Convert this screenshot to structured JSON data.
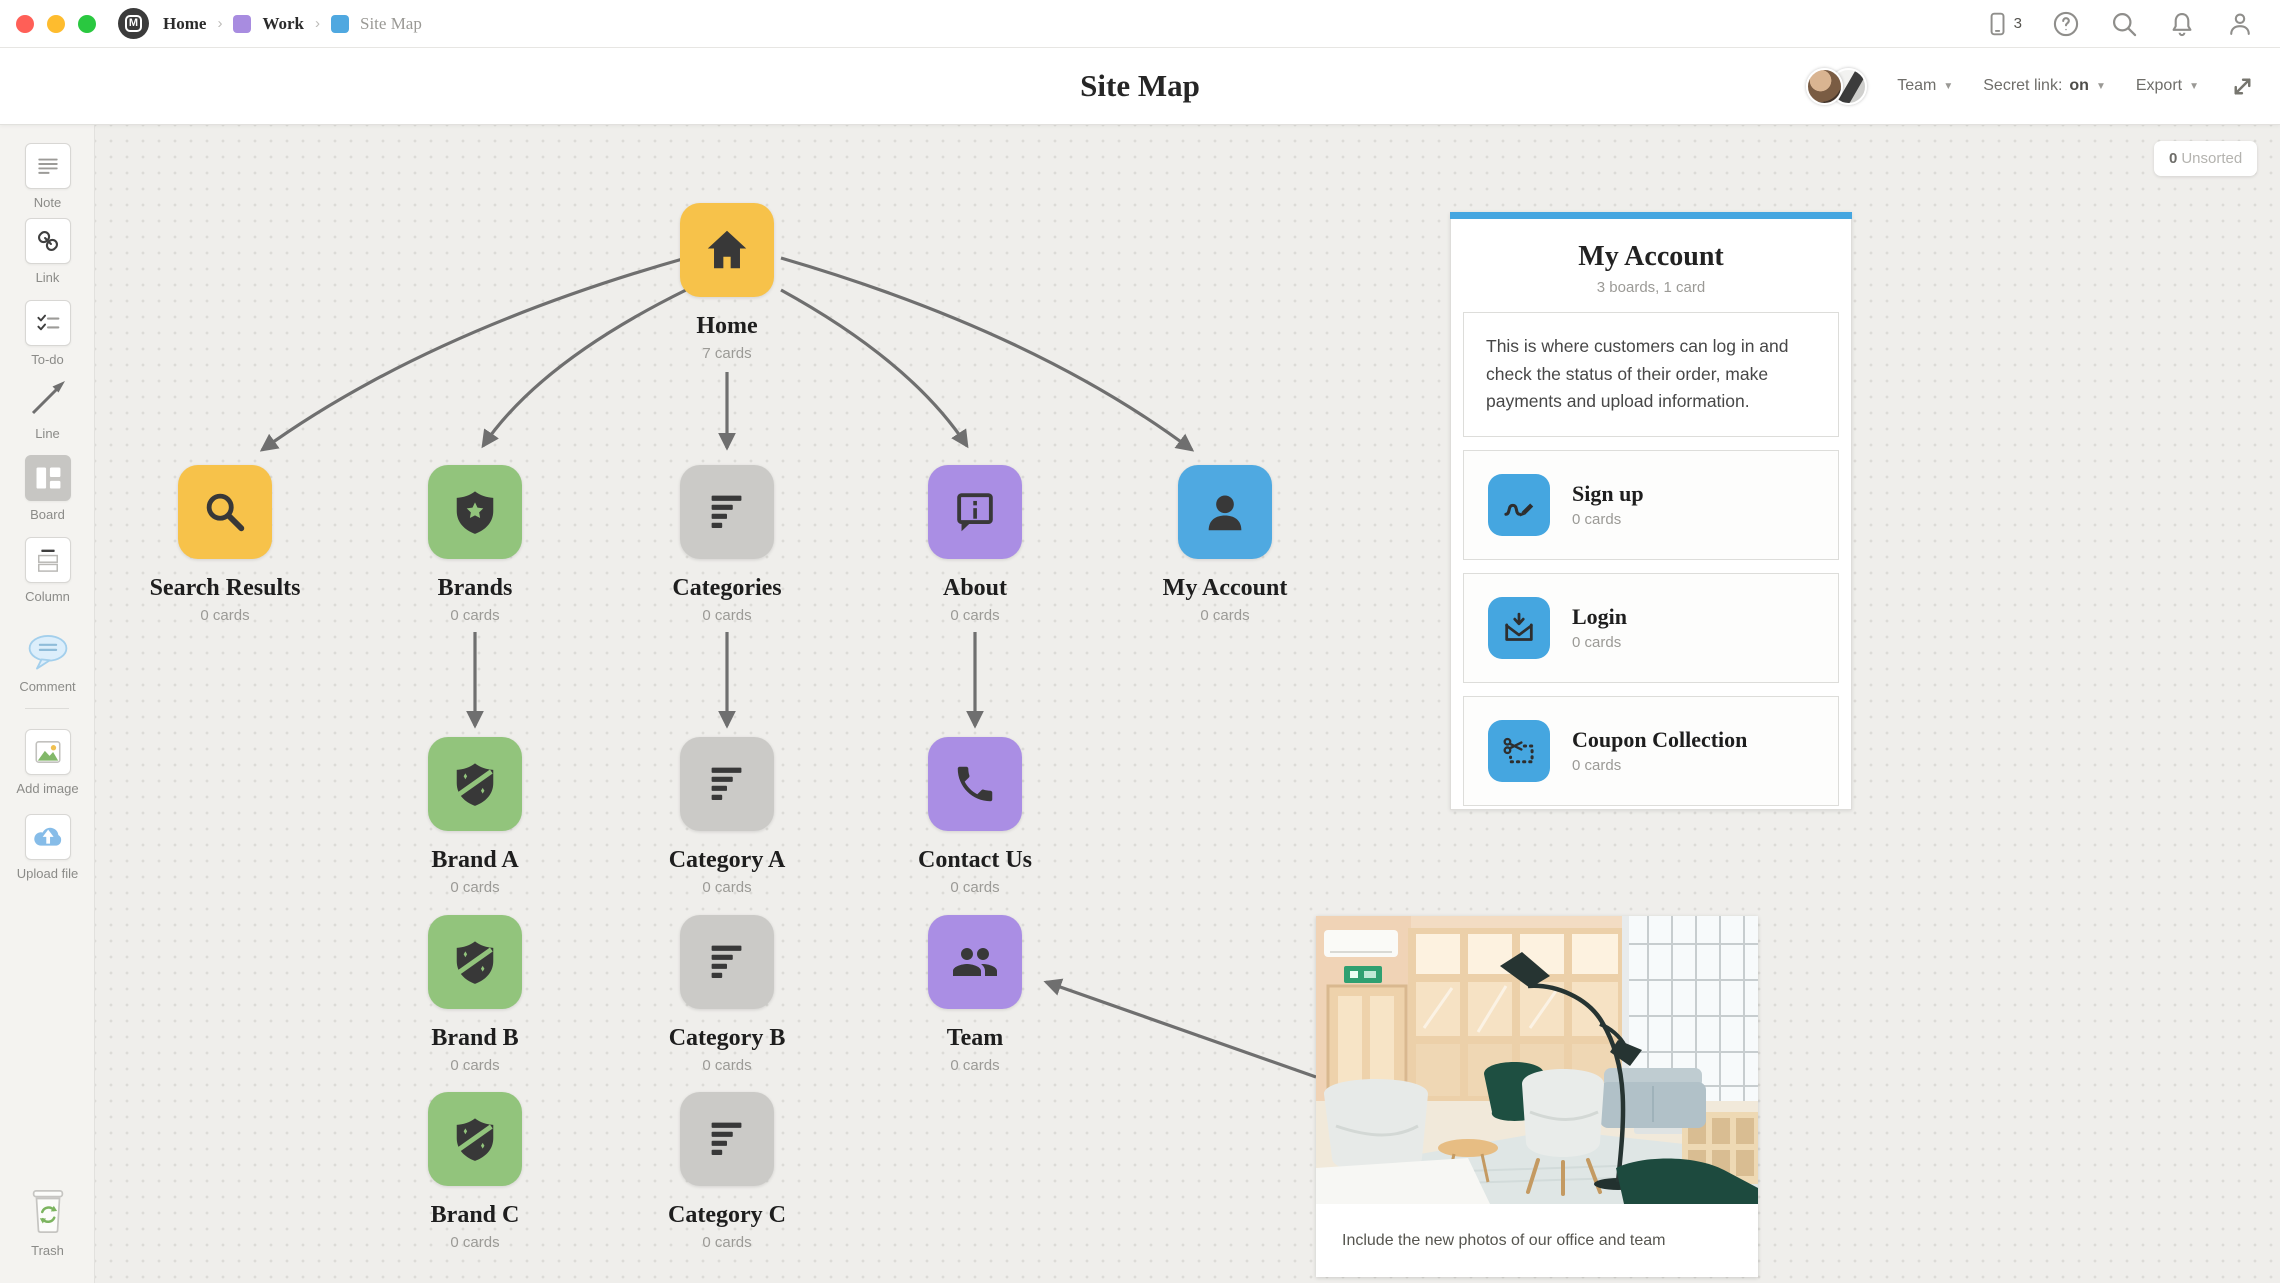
{
  "topbar": {
    "logo_letter": "M",
    "breadcrumbs": [
      {
        "label": "Home"
      },
      {
        "label": "Work",
        "swatch": "#a88ce0"
      },
      {
        "label": "Site Map",
        "swatch": "#4fa8e0"
      }
    ],
    "device_count": "3"
  },
  "header": {
    "title": "Site Map",
    "team_label": "Team",
    "secret_label": "Secret link:",
    "secret_state": "on",
    "export_label": "Export"
  },
  "sidebar": {
    "items": [
      {
        "label": "Note"
      },
      {
        "label": "Link"
      },
      {
        "label": "To-do"
      },
      {
        "label": "Line"
      },
      {
        "label": "Board"
      },
      {
        "label": "Column"
      },
      {
        "label": "Comment"
      },
      {
        "label": "Add image"
      },
      {
        "label": "Upload file"
      },
      {
        "label": "Trash"
      }
    ]
  },
  "canvas": {
    "unsorted_badge": {
      "count": "0",
      "label": "Unsorted"
    },
    "colors": {
      "yellow": "#F7C24A",
      "green": "#92C47C",
      "gray": "#CBCAC7",
      "purple": "#AA8EE4",
      "blue": "#4FA9E1",
      "arrow": "#6f6f6f"
    },
    "nodes": [
      {
        "label": "Home",
        "cards": "7 cards",
        "color": "#F7C24A"
      },
      {
        "label": "Search Results",
        "cards": "0 cards",
        "color": "#F7C24A"
      },
      {
        "label": "Brands",
        "cards": "0 cards",
        "color": "#92C47C"
      },
      {
        "label": "Categories",
        "cards": "0 cards",
        "color": "#CBCAC7"
      },
      {
        "label": "About",
        "cards": "0 cards",
        "color": "#AA8EE4"
      },
      {
        "label": "My Account",
        "cards": "0 cards",
        "color": "#4FA9E1"
      },
      {
        "label": "Brand A",
        "cards": "0 cards",
        "color": "#92C47C"
      },
      {
        "label": "Category A",
        "cards": "0 cards",
        "color": "#CBCAC7"
      },
      {
        "label": "Contact Us",
        "cards": "0 cards",
        "color": "#AA8EE4"
      },
      {
        "label": "Brand B",
        "cards": "0 cards",
        "color": "#92C47C"
      },
      {
        "label": "Category B",
        "cards": "0 cards",
        "color": "#CBCAC7"
      },
      {
        "label": "Team",
        "cards": "0 cards",
        "color": "#AA8EE4"
      },
      {
        "label": "Brand C",
        "cards": "0 cards",
        "color": "#92C47C"
      },
      {
        "label": "Category C",
        "cards": "0 cards",
        "color": "#CBCAC7"
      }
    ],
    "panel": {
      "accent": "#45A6E0",
      "title": "My Account",
      "subtitle": "3 boards, 1 card",
      "note": "This is where customers can log in and check the status of their order, make payments and upload information.",
      "item_icon_color": "#45A6E0",
      "items": [
        {
          "label": "Sign up",
          "cards": "0 cards"
        },
        {
          "label": "Login",
          "cards": "0 cards"
        },
        {
          "label": "Coupon Collection",
          "cards": "0 cards"
        }
      ]
    },
    "image_card": {
      "caption": "Include the new photos of our office and team"
    }
  }
}
